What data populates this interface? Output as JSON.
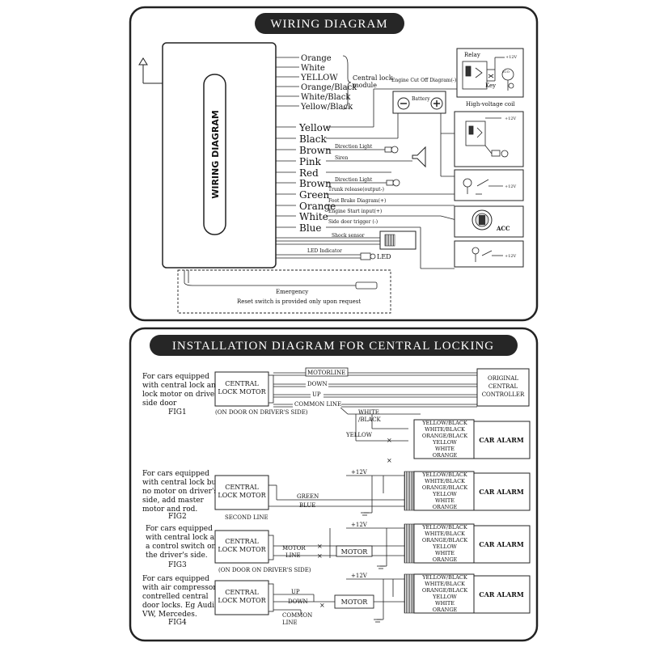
{
  "wiring": {
    "title": "WIRING DIAGRAM",
    "module_label": "WIRING DIAGRAM",
    "top_wires": [
      "Orange",
      "White",
      "YELLOW",
      "Orange/Black",
      "White/Black",
      "Yellow/Black"
    ],
    "central_lock_label": [
      "Central lock",
      "module"
    ],
    "engine_cut_off": "Engine Cut Off Diagram(-)",
    "relay": "Relay",
    "relay_plus": "+12V",
    "key": "Key",
    "key_sub": "2CO",
    "high_voltage_coil": "High-voltage coil",
    "battery": "Battery",
    "main_wires": [
      "Yellow",
      "Black",
      "Brown",
      "Pink",
      "Red",
      "Brown",
      "Green",
      "Orange",
      "White",
      "Blue"
    ],
    "direction_light_1": "Direction Light",
    "siren": "Siren",
    "direction_light_2": "Direction Light",
    "trunk_release": "Trunk release(output-)",
    "foot_brake": "Foot Brake Diagram(+)",
    "engine_start": "Engine Start input(+)",
    "side_door": "Side door trigger (-)",
    "acc": "ACC",
    "box_12v": "+12V",
    "shock_sensor": "Shock sensor",
    "led_indicator": "LED Indicator",
    "led": "LED",
    "emergency": "Emergency",
    "reset_note": "Reset switch is provided only upon request"
  },
  "install": {
    "title": "INSTALLATION DIAGRAM FOR CENTRAL LOCKING",
    "central_lock_motor": [
      "CENTRAL",
      "LOCK MOTOR"
    ],
    "car_alarm": "CAR ALARM",
    "alarm_wires": [
      "YELLOW/BLACK",
      "WHITE/BLACK",
      "ORANGE/BLACK",
      "YELLOW",
      "WHITE",
      "ORANGE"
    ],
    "plus12": "+12V",
    "fig1": {
      "desc": [
        "For cars equipped",
        "with central lock and",
        "lock motor on driver's",
        "side door"
      ],
      "fig": "FIG1",
      "motorline": "MOTORLINE",
      "down": "DOWN",
      "up": "UP",
      "common_line": "COMMON LINE",
      "door_note": "(ON DOOR ON DRIVER'S  SIDE)",
      "controller": [
        "ORIGINAL",
        "CENTRAL",
        "CONTROLLER"
      ],
      "white_black": [
        "WHITE",
        "/BLACK"
      ],
      "yellow": "YELLOW"
    },
    "fig2": {
      "desc": [
        "For cars equipped",
        "with central lock but",
        "no motor on driver's",
        "side, add master",
        "motor and rod."
      ],
      "fig": "FIG2",
      "green": "GREEN",
      "blue": "BLUE",
      "second_line": "SECOND LINE"
    },
    "fig3": {
      "desc": [
        "For cars equipped",
        "with central lock and",
        "a control switch on",
        "the driver's side."
      ],
      "fig": "FIG3",
      "motor_line": [
        "MOTOR",
        "LINE"
      ],
      "motor": "MOTOR",
      "door_note": "(ON DOOR ON DRIVER'S  SIDE)"
    },
    "fig4": {
      "desc": [
        "For cars equipped",
        "with air compressor",
        "contrelled central",
        "door locks. Eg Audi,",
        "VW, Mercedes."
      ],
      "fig": "FIG4",
      "up": "UP",
      "down": "DOWN",
      "common_line": [
        "COMMON",
        "LINE"
      ],
      "motor": "MOTOR"
    }
  }
}
